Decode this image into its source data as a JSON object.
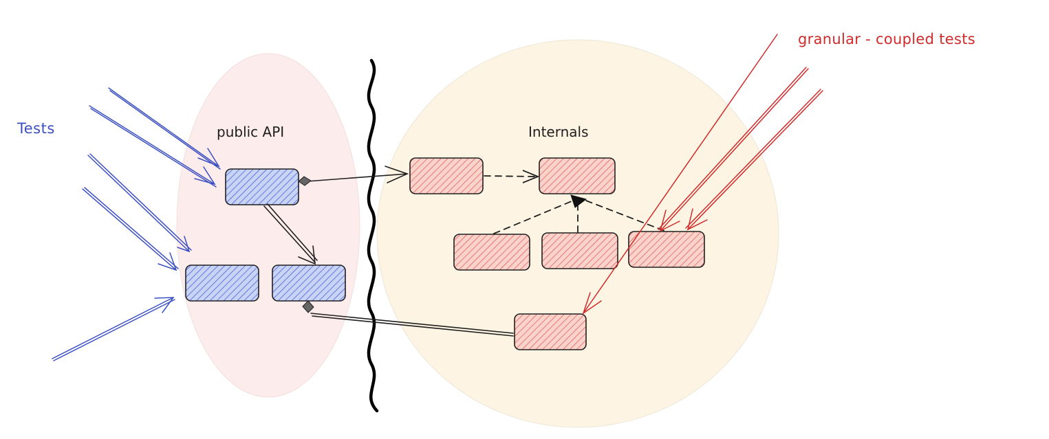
{
  "labels": {
    "tests": "Tests",
    "public_api": "public API",
    "internals": "Internals",
    "granular_tests": "granular - coupled tests"
  },
  "colors": {
    "public_region_fill": "#fdecec",
    "internal_region_fill": "#fdf4e3",
    "public_box_hatch": "#4a63d6",
    "public_box_fill": "#c9d3f5",
    "internal_box_hatch": "#e0625e",
    "internal_box_fill": "#fbd3cb",
    "tests_arrow": "#3b4fc2",
    "granular_arrow": "#d02a2a",
    "divider": "#000000",
    "connector": "#1e1e1e"
  }
}
